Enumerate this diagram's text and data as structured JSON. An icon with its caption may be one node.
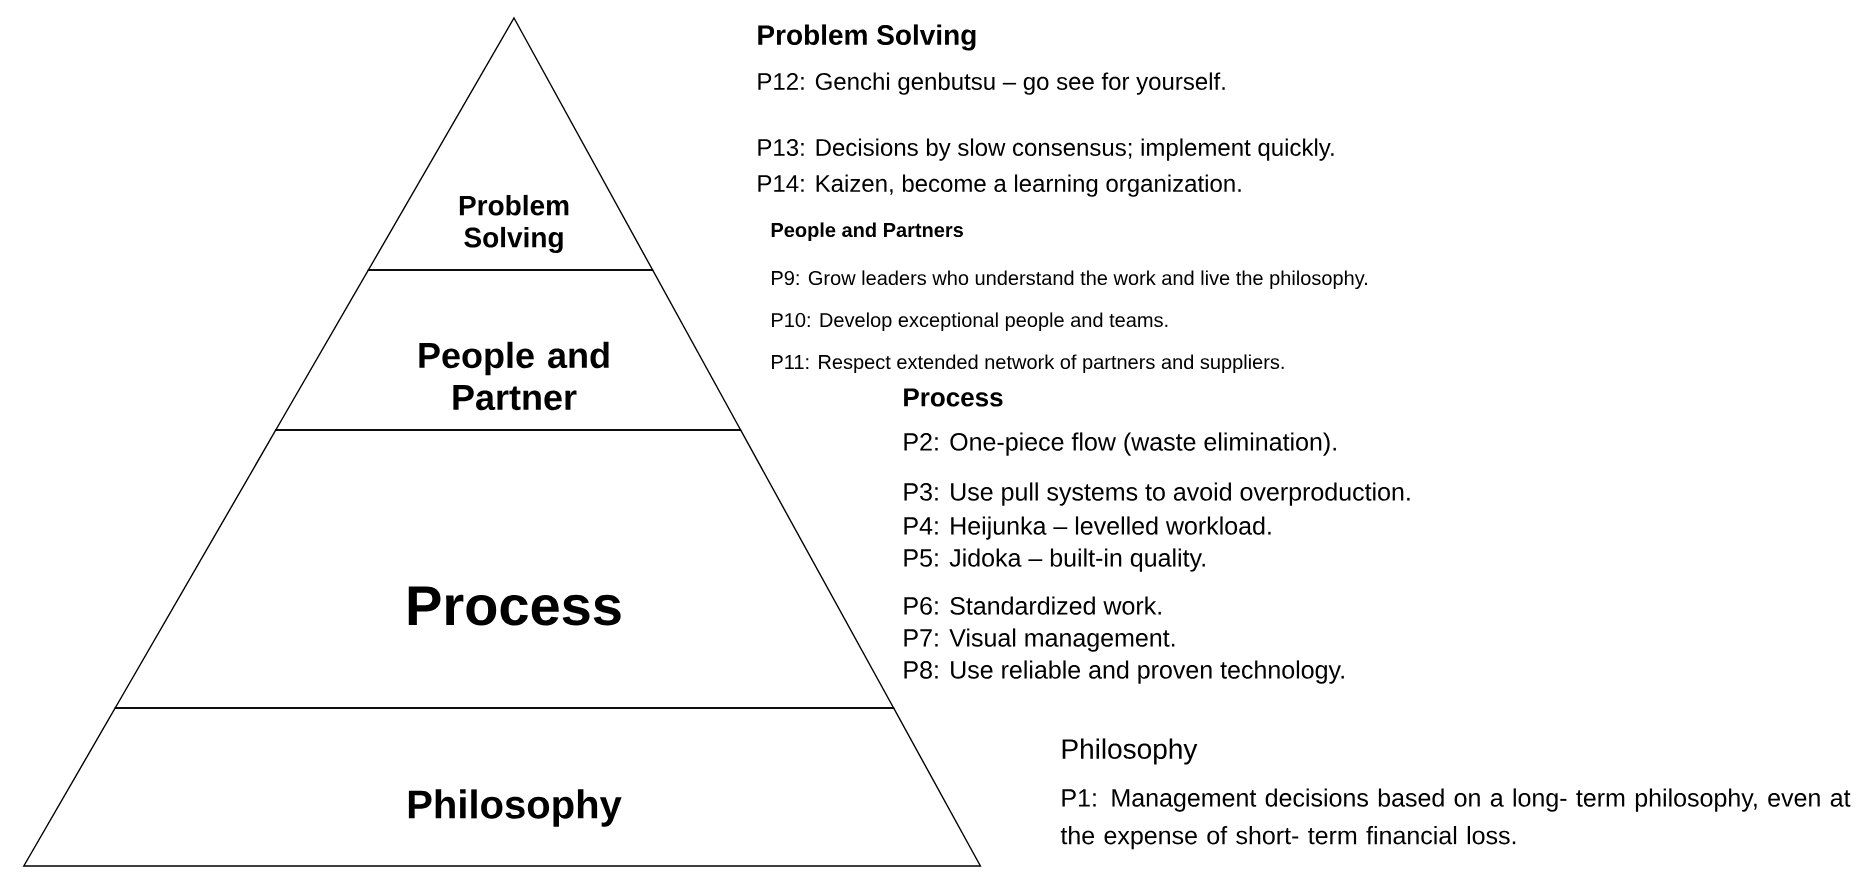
{
  "diagram": {
    "nodes": [
      {
        "text": [
          "Problem Solving"
        ]
      },
      {
        "text": [
          "People and Partner"
        ]
      },
      {
        "text": [
          "Process"
        ]
      },
      {
        "text": [
          "Philosophy"
        ]
      }
    ],
    "labels": [
      "Problem Solving",
      "P12: Genchi genbutsu – go see for yourself.",
      "P13: Decisions by slow consensus; implement quickly.",
      "P14: Kaizen, become a learning organization.",
      "People and Partners",
      "P9: Grow leaders who understand the work and live the philosophy.",
      "P10: Develop exceptional people and teams.",
      "P11: Respect extended network of partners and suppliers.",
      "Process",
      "P2: One-piece flow (waste elimination).",
      "P3: Use pull systems to avoid overproduction.",
      "P4: Heijunka – levelled workload.",
      "P5: Jidoka – built-in quality.",
      "P6: Standardized work.",
      "P7: Visual management.",
      "P8: Use reliable and proven technology.",
      "Philosophy",
      "P1: Management decisions based on a long- term philosophy, even at the expense of short- term financial loss."
    ]
  }
}
